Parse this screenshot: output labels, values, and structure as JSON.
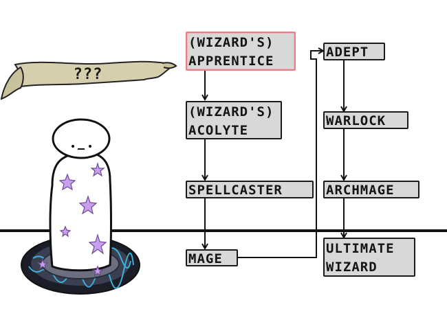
{
  "scroll": {
    "text": "???"
  },
  "ranks": {
    "apprentice": {
      "line1": "(WIZARD'S)",
      "line2": "APPRENTICE",
      "current": true
    },
    "acolyte": {
      "line1": "(WIZARD'S)",
      "line2": "ACOLYTE"
    },
    "spellcaster": {
      "label": "SPELLCASTER"
    },
    "mage": {
      "label": "MAGE"
    },
    "adept": {
      "label": "ADEPT"
    },
    "warlock": {
      "label": "WARLOCK"
    },
    "archmage": {
      "label": "ARCHMAGE"
    },
    "ultimate": {
      "line1": "ULTIMATE",
      "line2": "WIZARD"
    }
  },
  "colors": {
    "box_fill": "#d8d8d8",
    "current_border": "#e8808a",
    "scroll_fill": "#d6cfad",
    "star": "#c9a0ef",
    "portal_glow": "#3fb0d8"
  }
}
